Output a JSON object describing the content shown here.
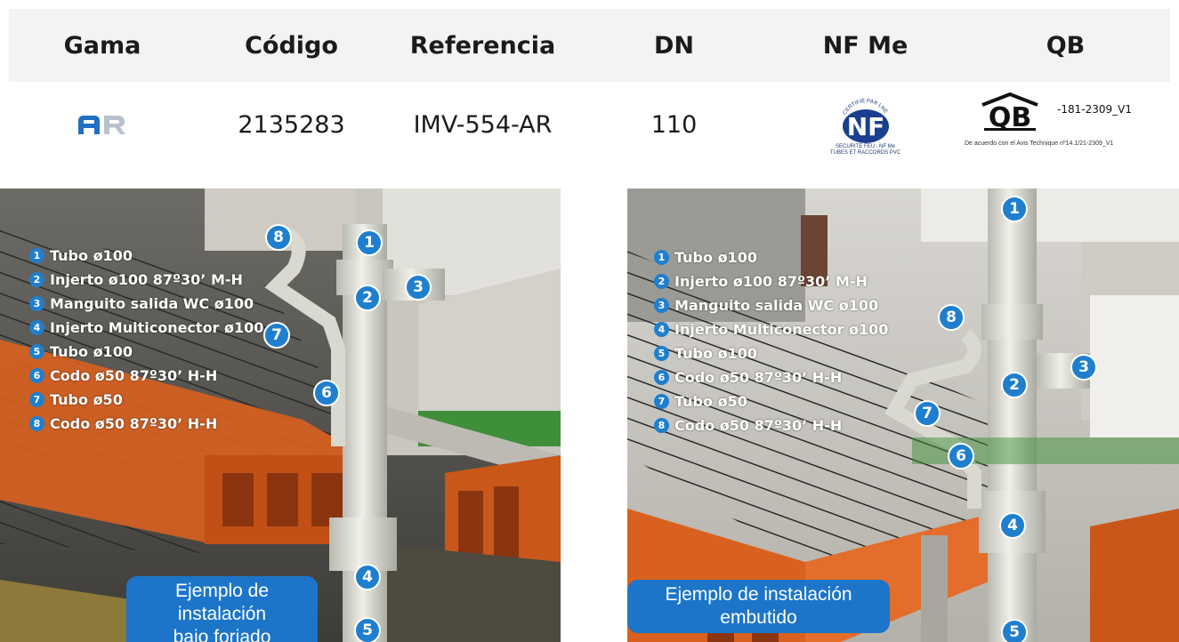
{
  "table": {
    "headers": [
      "Gama",
      "Código",
      "Referencia",
      "DN",
      "NF Me",
      "QB"
    ],
    "row": {
      "gama_logo": "AR",
      "codigo": "2135283",
      "referencia": "IMV-554-AR",
      "dn": "110",
      "nf_logo_text": "NF",
      "nf_ring_text": "CERTIFIÉ PAR LNE",
      "nf_line1": "SECURITE FEU : NF Me",
      "nf_line2": "TUBES ET RACCORDS PVC",
      "qb_logo_text": "QB",
      "qb_code": "-181-2309_V1",
      "qb_note": "De acuerdo con el Avis Technique nº14.1/21-2309_V1"
    }
  },
  "legend": [
    {
      "n": "1",
      "label": "Tubo ø100"
    },
    {
      "n": "2",
      "label": "Injerto ø100 87º30’ M-H"
    },
    {
      "n": "3",
      "label": "Manguito salida WC ø100"
    },
    {
      "n": "4",
      "label": "Injerto Multiconector ø100"
    },
    {
      "n": "5",
      "label": "Tubo ø100"
    },
    {
      "n": "6",
      "label": "Codo ø50 87º30’ H-H"
    },
    {
      "n": "7",
      "label": "Tubo ø50"
    },
    {
      "n": "8",
      "label": "Codo ø50 87º30’ H-H"
    }
  ],
  "install_left": {
    "caption_line1": "Ejemplo de instalación",
    "caption_line2": "bajo forjado",
    "bubbles": [
      "8",
      "1",
      "2",
      "3",
      "7",
      "6",
      "4",
      "5"
    ]
  },
  "install_right": {
    "caption_line1": "Ejemplo de instalación",
    "caption_line2": "embutido",
    "bubbles": [
      "1",
      "8",
      "2",
      "3",
      "7",
      "6",
      "4",
      "5"
    ]
  },
  "colors": {
    "accent": "#1f7fce",
    "header_bg": "#f2f3f5",
    "brick": "#d9611f",
    "pipe": "#dcdcd2"
  }
}
